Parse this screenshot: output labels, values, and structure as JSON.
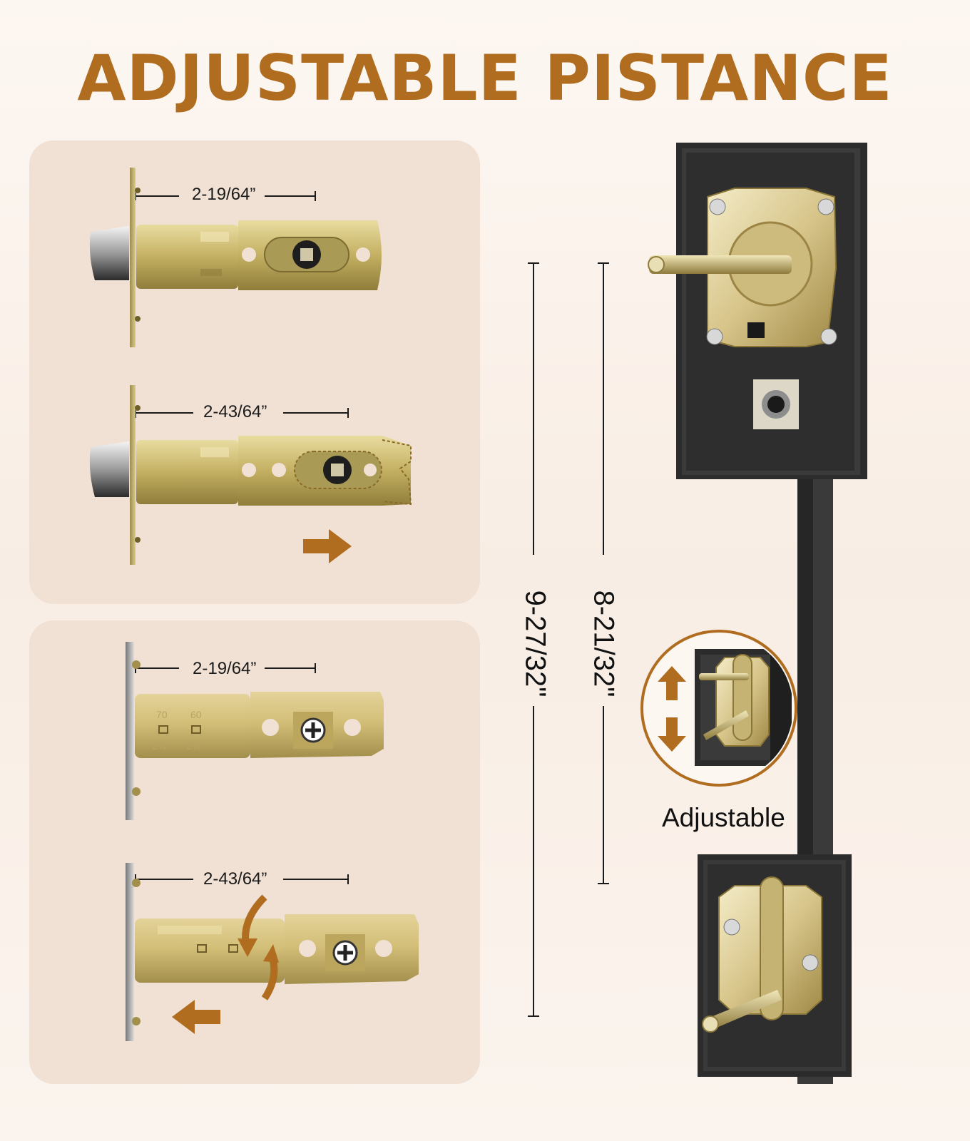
{
  "title": "ADJUSTABLE PISTANCE",
  "panels": {
    "top": {
      "latch1_measure": "2-19/64”",
      "latch2_measure": "2-43/64”"
    },
    "bottom": {
      "latch1_measure": "2-19/64”",
      "latch2_measure": "2-43/64”",
      "stamp_70": "70",
      "stamp_60": "60",
      "stamp_234": "2¾",
      "stamp_238": "2⅜"
    }
  },
  "handle": {
    "overall_height": "9-27/32\"",
    "center_distance": "8-21/32\"",
    "adjustable_label": "Adjustable"
  },
  "colors": {
    "accent": "#b06c1f",
    "brass": "#c9b56a",
    "handle_black": "#262626"
  },
  "icons": [
    "arrow-right-icon",
    "arrow-left-icon",
    "rotate-icon",
    "up-down-arrows-icon"
  ]
}
